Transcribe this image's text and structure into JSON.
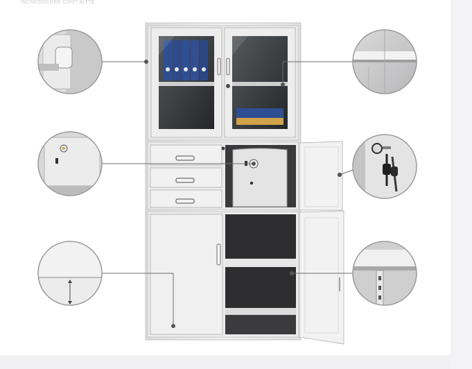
{
  "watermark": "ISCNGSOGGEE COOT AITTE",
  "palette": {
    "cabinet": "#e9e9ea",
    "cabinet_edge": "#bdbdbd",
    "glass": "#b7bbbf",
    "interior": "#2d2d2f",
    "binder_blue": "#2f4f93",
    "background": "#ffffff"
  },
  "callouts": [
    {
      "id": "lock-latch-detail",
      "side": "left"
    },
    {
      "id": "shelf-rail-detail",
      "side": "right"
    },
    {
      "id": "safe-lock-detail",
      "side": "left"
    },
    {
      "id": "key-lock-detail",
      "side": "right"
    },
    {
      "id": "base-height-detail",
      "side": "left"
    },
    {
      "id": "shelf-bracket-detail",
      "side": "right"
    }
  ]
}
